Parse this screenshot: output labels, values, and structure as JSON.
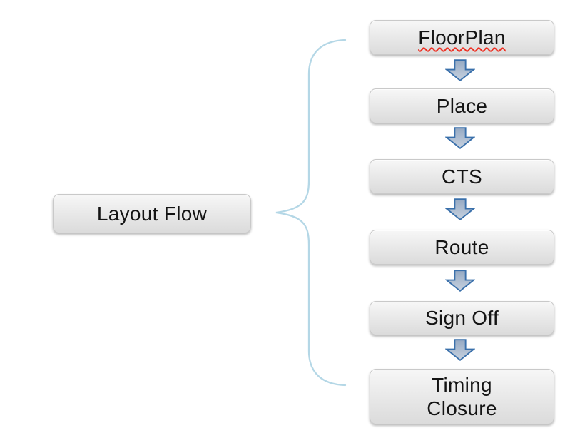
{
  "page": {
    "background": "#ffffff"
  },
  "diagram": {
    "title_node": {
      "label": "Layout Flow"
    },
    "connector": {
      "type": "left-curly-brace",
      "color": "#b4d7e6"
    },
    "steps": [
      {
        "label": "FloorPlan",
        "spellcheck_underline": true
      },
      {
        "label": "Place"
      },
      {
        "label": "CTS"
      },
      {
        "label": "Route"
      },
      {
        "label": "Sign Off"
      },
      {
        "label": "Timing\nClosure"
      }
    ],
    "arrow_icon": "down-block-arrow",
    "colors": {
      "node_fill_top": "#f7f7f7",
      "node_fill_bottom": "#dbdbdb",
      "node_border": "#c9c9c9",
      "node_text": "#141414",
      "arrow_fill_top": "#95a9c3",
      "arrow_fill_bottom": "#c8d2df",
      "arrow_border": "#3a70ab",
      "brace": "#b4d7e6",
      "spellcheck": "#ee3124"
    }
  }
}
